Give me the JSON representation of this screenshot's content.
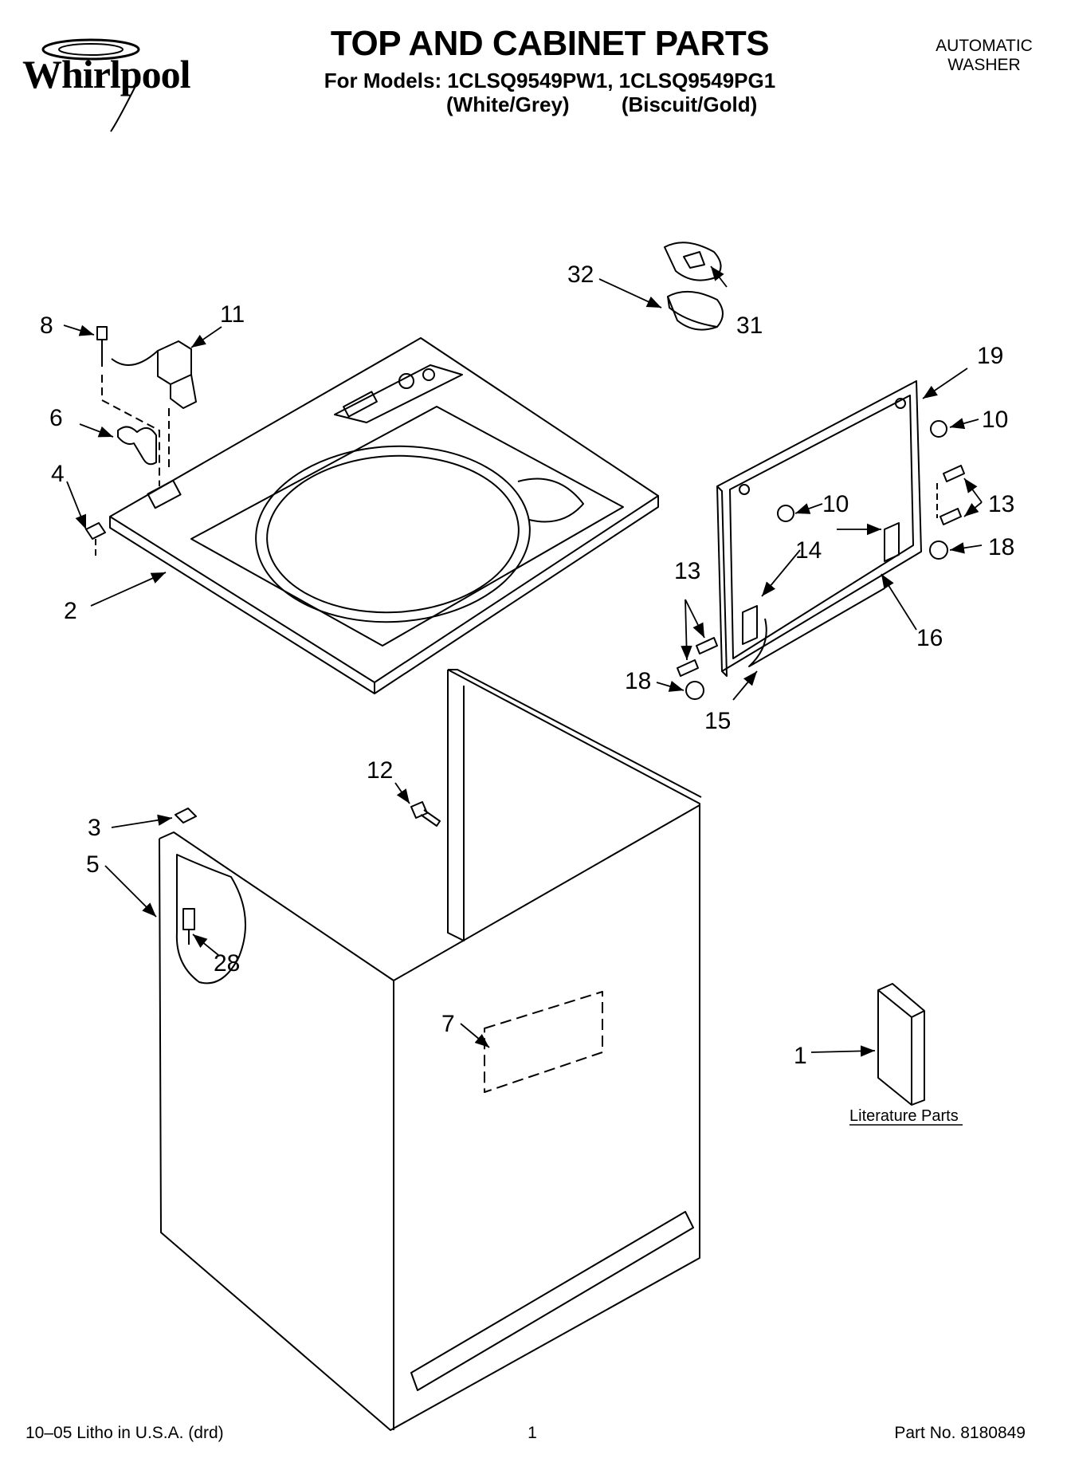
{
  "header": {
    "brand": "Whirlpool",
    "title": "TOP AND CABINET PARTS",
    "models_line": "For Models: 1CLSQ9549PW1, 1CLSQ9549PG1",
    "variant_a": "(White/Grey)",
    "variant_b": "(Biscuit/Gold)",
    "type_line1": "AUTOMATIC",
    "type_line2": "WASHER"
  },
  "callouts": {
    "c1": "1",
    "c2": "2",
    "c3": "3",
    "c4": "4",
    "c5": "5",
    "c6": "6",
    "c7": "7",
    "c8": "8",
    "c10a": "10",
    "c10b": "10",
    "c11": "11",
    "c12": "12",
    "c13a": "13",
    "c13b": "13",
    "c14": "14",
    "c15": "15",
    "c16": "16",
    "c18a": "18",
    "c18b": "18",
    "c19": "19",
    "c28": "28",
    "c31": "31",
    "c32": "32"
  },
  "literature_label": "Literature Parts",
  "footer": {
    "left": "10–05 Litho in U.S.A. (drd)",
    "center": "1",
    "right": "Part No. 8180849"
  }
}
